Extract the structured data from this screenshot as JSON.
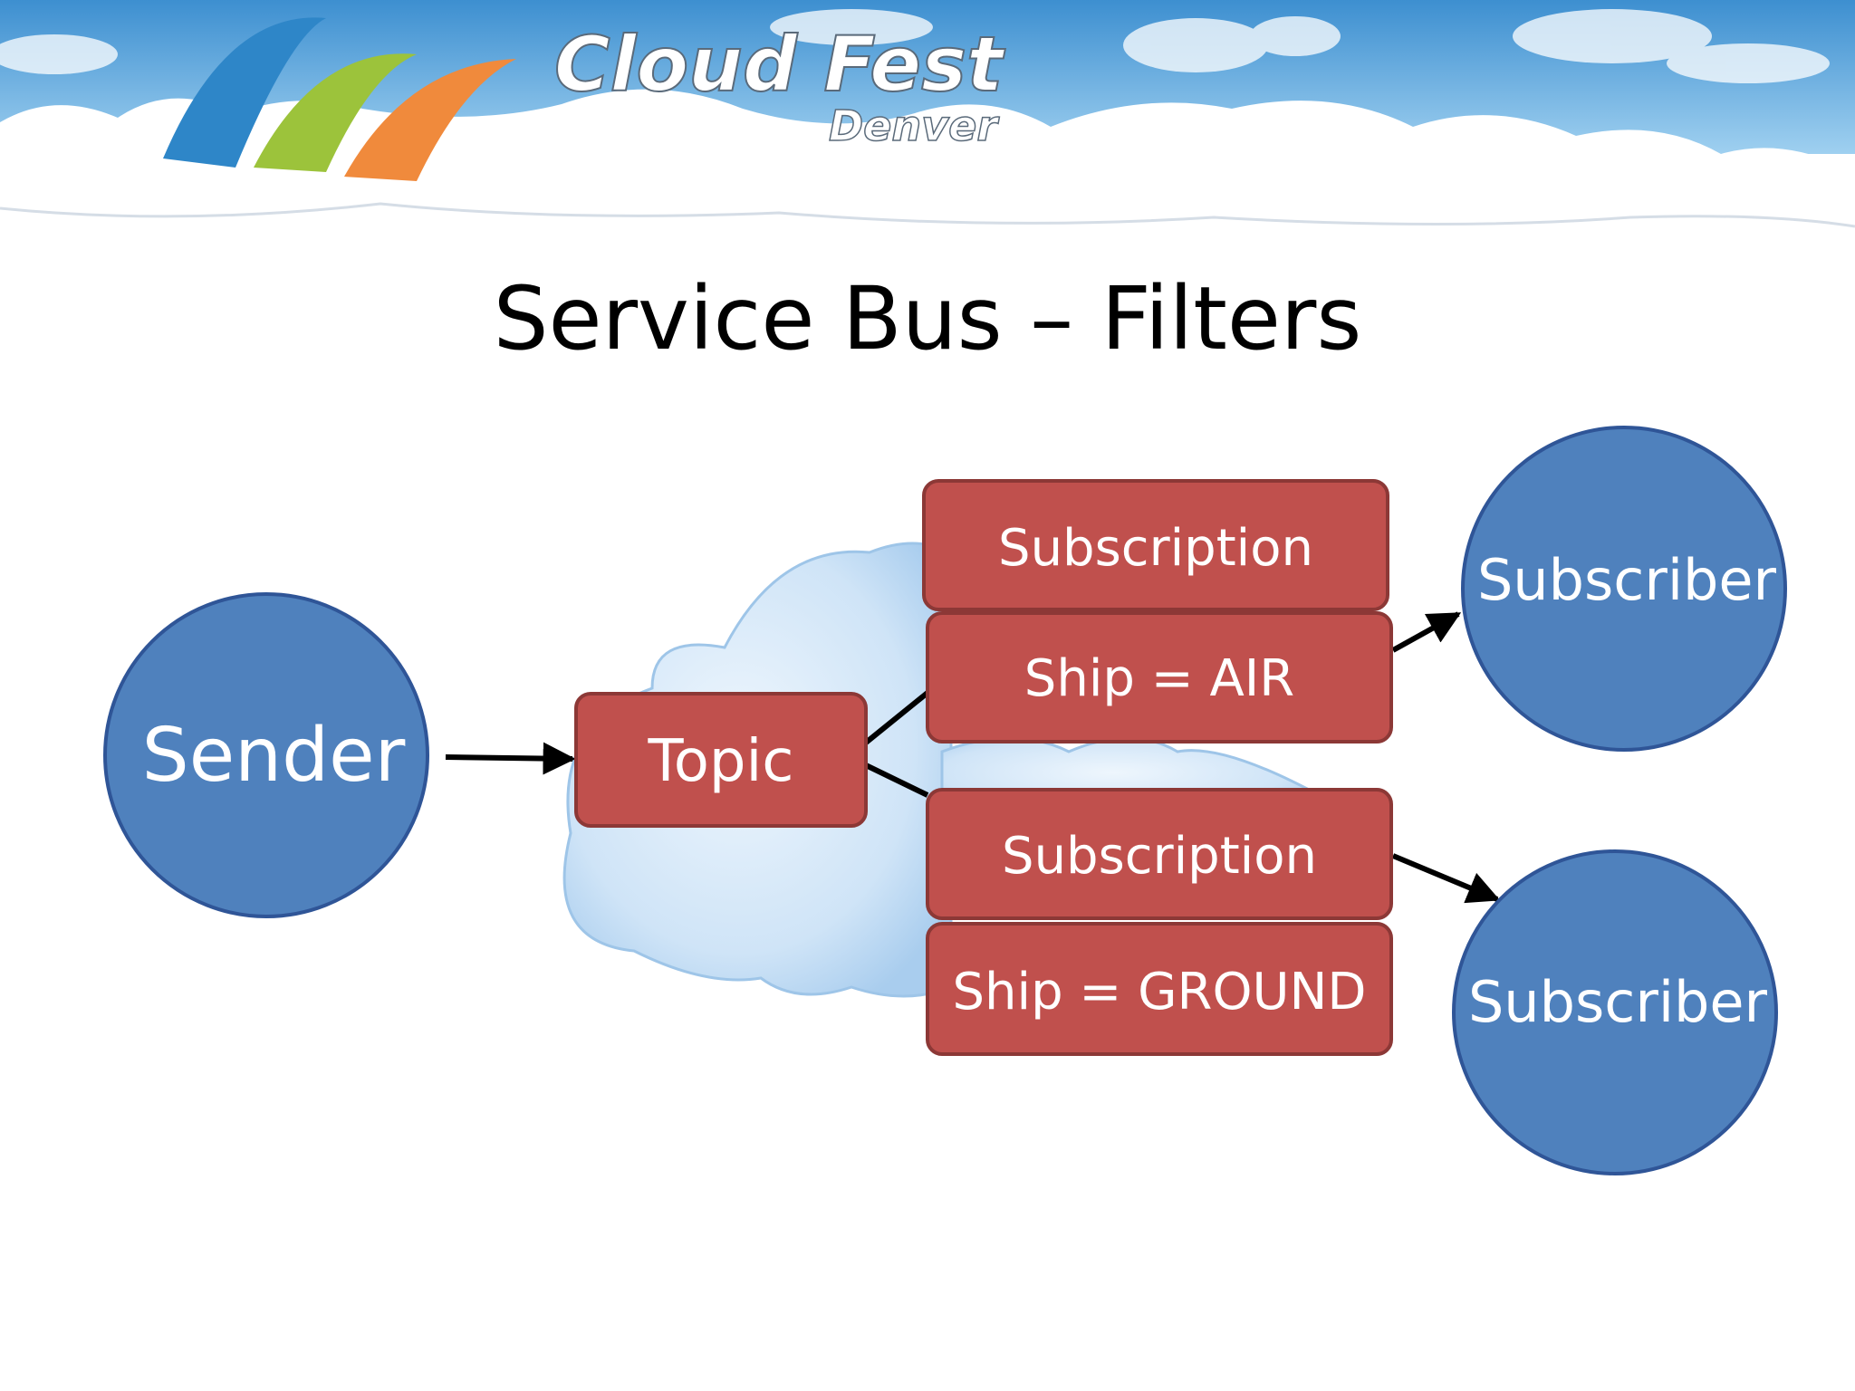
{
  "banner": {
    "logo_title": "Cloud Fest",
    "logo_subtitle": "Denver"
  },
  "slide": {
    "title": "Service Bus – Filters"
  },
  "diagram": {
    "sender": "Sender",
    "topic": "Topic",
    "subscription_air": {
      "label": "Subscription",
      "filter": "Ship = AIR"
    },
    "subscription_ground": {
      "label": "Subscription",
      "filter": "Ship = GROUND"
    },
    "subscriber_air": "Subscriber",
    "subscriber_ground": "Subscriber"
  },
  "colors": {
    "circle_fill": "#4f81bd",
    "circle_stroke": "#2f5597",
    "box_fill": "#c0504d",
    "box_stroke": "#8c3836",
    "arrow": "#000000",
    "cloud": "#c8dff5",
    "sky": "#5aa8dc"
  }
}
